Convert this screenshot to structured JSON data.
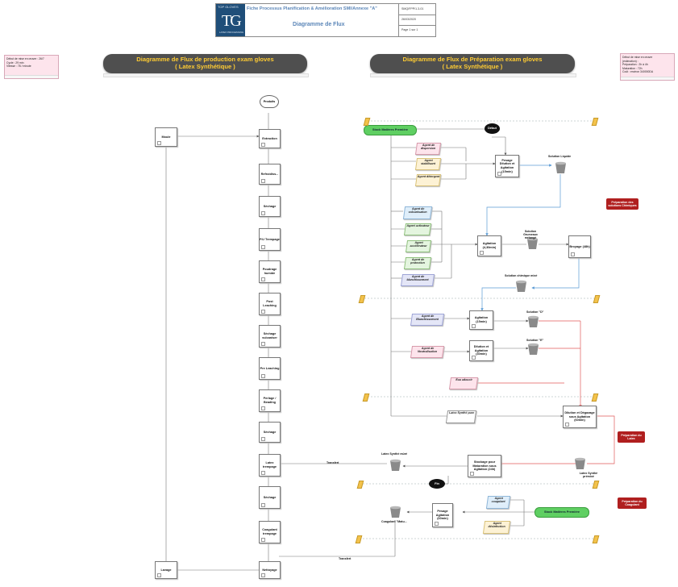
{
  "header": {
    "logo_top": "TOP GLOVES",
    "logo_letters": "TG",
    "logo_sub": "LATEX PROCESSING",
    "title": "Fiche Processus Planification & Amélioration SMI/Annexe \"A\"",
    "subtitle": "Diagramme de Flux",
    "ref": "SMQ/FPP/1.3-01",
    "date": "26/03/2020",
    "page": "Page 1 sur 1"
  },
  "notes": {
    "left": [
      "Début de mise en œuvre : 26/7",
      "Cycle : 29 min",
      "Vitesse : 78 / minute"
    ],
    "right": [
      "Début de mise en œuvre",
      "(estimation) :",
      "Préparation : 2h à 4h",
      "Maturation : 72h",
      "Coût : environ 340000DA"
    ]
  },
  "banners": {
    "left": [
      "Diagramme de Flux de production exam gloves",
      "( Latex Synthétique )"
    ],
    "right": [
      "Diagramme de Flux de Préparation exam gloves",
      "( Latex Synthétique )"
    ]
  },
  "production": {
    "start": "Produits",
    "moule": "Moule",
    "lavage": "Lavage",
    "steps": [
      "Extraction",
      "Refroidiss...",
      "Séchage",
      "P.U Trempage",
      "Poudrage humide",
      "Post Leaching",
      "Séchage vulcaniser",
      "Pre Leaching",
      "Perlage / Beading",
      "Séchage",
      "Latex trempage",
      "Séchage",
      "Coagulant trempage",
      "Nettoyage"
    ]
  },
  "preparation": {
    "stock1": "Stock Matières Première",
    "stock2": "Stock Matières Première",
    "debut": "Début",
    "fin": "Fin",
    "agents_group1": [
      "Agent de dispersion",
      "Agent stabilisant",
      "Agent détergent"
    ],
    "agents_group2": [
      "Agent de vulcanisation",
      "Agent activateur",
      "Agent accélérateur",
      "Agent de protection",
      "Agent de blanchissement"
    ],
    "agent_blanch": "Agent de Blanchissement",
    "agent_neutral": "Agent de Neutralisation",
    "eau": "Eau adoucir",
    "latex_pure": "Latex Synthé pure",
    "agent_coag": "Agent coagulant",
    "agent_disinf": "Agent désinfection",
    "process": {
      "pesage": "Pesage Dilution et Agitation (15min)",
      "agitation1": "Agitation (4,30min)",
      "broyage": "Broyage (48h)",
      "agit_d": "Agitation (15min)",
      "dilution_e": "Dilution et Agitation (30min)",
      "dilution_degazage": "Dilution et Dégazage sous Agitation (60min)",
      "stockage": "Stockage pour Maturation sous Agitation (24h)",
      "pesage_coag": "Pesage Agitation (60min)"
    },
    "buckets": {
      "solution_liquide": "Solution Liquide",
      "solution_grumeaux": "Solution Grumeaux mélangé",
      "solution_chimique": "Solution chimique mixé",
      "solution_d": "Solution \"D\"",
      "solution_e": "Solution \"E\"",
      "latex_mature": "Latex Synthé mûré",
      "latex_premix": "Latex Synthé prémixé",
      "coagulant": "Coagulant \"Matu..."
    },
    "red_labels": [
      "Préparation des solutions Chimiques",
      "Préparation du Latex",
      "Préparation du Coagulant"
    ],
    "transfers": [
      "Transfert",
      "Transfert"
    ]
  },
  "colors": {
    "banner_bg": "#4f4f4f",
    "banner_text": "#ffcc33",
    "red_label": "#b01f1f",
    "stock_green": "#5fcf62",
    "blue_arrow": "#5b9bd5",
    "red_arrow": "#e05a5a"
  }
}
